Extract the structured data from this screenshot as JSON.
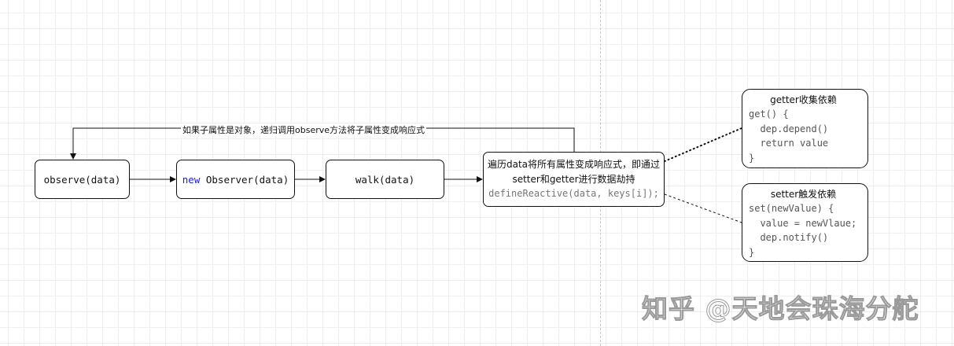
{
  "nodes": {
    "observe": "observe(data)",
    "observer_keyword": "new",
    "observer_rest": " Observer(data)",
    "walk": "walk(data)",
    "traverse": {
      "line1": "遍历data将所有属性变成响应式，即通过",
      "line2": "setter和getter进行数据劫持",
      "line3": "defineReactive(data, keys[i]);"
    }
  },
  "recursion_label": "如果子属性是对象，递归调用observe方法将子属性变成响应式",
  "getter_card": {
    "title": "getter收集依赖",
    "lines": [
      "get() {",
      "  dep.depend()",
      "  return value",
      "}"
    ]
  },
  "setter_card": {
    "title": "setter触发依赖",
    "lines": [
      "set(newValue) {",
      "  value = newVlaue;",
      "  dep.notify()",
      "}"
    ]
  },
  "watermark": "知乎 @天地会珠海分舵",
  "colors": {
    "keyword": "#1a1ae6",
    "grid": "#eeeeee",
    "code_gray": "#777777"
  }
}
